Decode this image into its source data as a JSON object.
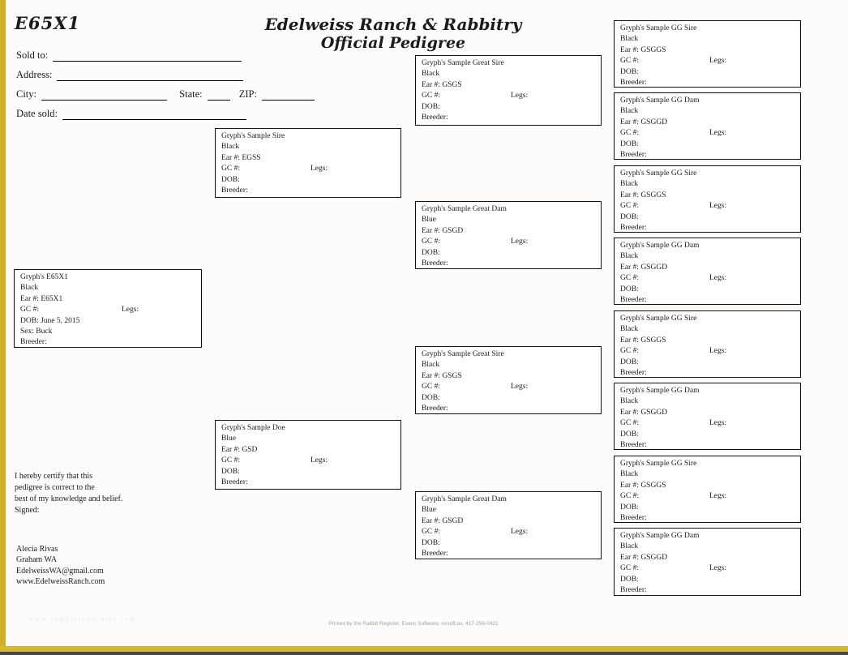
{
  "page": {
    "doc_id": "E65X1",
    "title_line1": "Edelweiss Ranch & Rabbitry",
    "title_line2": "Official Pedigree"
  },
  "form": {
    "sold_to_label": "Sold to:",
    "address_label": "Address:",
    "city_label": "City:",
    "state_label": "State:",
    "zip_label": "ZIP:",
    "date_sold_label": "Date sold:"
  },
  "labels": {
    "gc": "GC #:",
    "legs": "Legs:",
    "dob": "DOB:",
    "breeder": "Breeder:"
  },
  "rabbits": {
    "subject": {
      "name": "Gryph's E65X1",
      "color": "Black",
      "ear": "Ear #: E65X1",
      "dob": "DOB: June 5, 2015",
      "sex": "Sex: Buck"
    },
    "sire": {
      "name": "Gryph's Sample Sire",
      "color": "Black",
      "ear": "Ear #: EGSS"
    },
    "dam": {
      "name": "Gryph's Sample Doe",
      "color": "Blue",
      "ear": "Ear #: GSD"
    },
    "greats": [
      {
        "name": "Gryph's Sample Great Sire",
        "color": "Black",
        "ear": "Ear #: GSGS"
      },
      {
        "name": "Gryph's Sample Great Dam",
        "color": "Blue",
        "ear": "Ear #: GSGD"
      },
      {
        "name": "Gryph's Sample Great Sire",
        "color": "Black",
        "ear": "Ear #: GSGS"
      },
      {
        "name": "Gryph's Sample Great Dam",
        "color": "Blue",
        "ear": "Ear #: GSGD"
      }
    ],
    "gg": [
      {
        "name": "Gryph's Sample GG Sire",
        "color": "Black",
        "ear": "Ear #: GSGGS"
      },
      {
        "name": "Gryph's Sample GG Dam",
        "color": "Black",
        "ear": "Ear #: GSGGD"
      },
      {
        "name": "Gryph's Sample GG Sire",
        "color": "Black",
        "ear": "Ear #: GSGGS"
      },
      {
        "name": "Gryph's Sample GG Dam",
        "color": "Black",
        "ear": "Ear #: GSGGD"
      },
      {
        "name": "Gryph's Sample GG Sire",
        "color": "Black",
        "ear": "Ear #: GSGGS"
      },
      {
        "name": "Gryph's Sample GG Dam",
        "color": "Black",
        "ear": "Ear #: GSGGD"
      },
      {
        "name": "Gryph's Sample GG Sire",
        "color": "Black",
        "ear": "Ear #: GSGGS"
      },
      {
        "name": "Gryph's Sample GG Dam",
        "color": "Black",
        "ear": "Ear #: GSGGD"
      }
    ]
  },
  "certification": {
    "lines": [
      "I hereby certify that this",
      "pedigree is correct to the",
      "best of my knowledge and belief.",
      "Signed:"
    ]
  },
  "contact": {
    "lines": [
      "Alecia Rivas",
      "Graham WA",
      "EdelweissWA@gmail.com",
      "www.EdelweissRanch.com"
    ]
  },
  "watermark": "www.sampletemplates.com",
  "footer": "Printed by the Rabbit Register, Evans Software; evsoft.us, 417-256-0421",
  "colors": {
    "gold": "#d8ba28",
    "footer_bar": "#474747"
  }
}
